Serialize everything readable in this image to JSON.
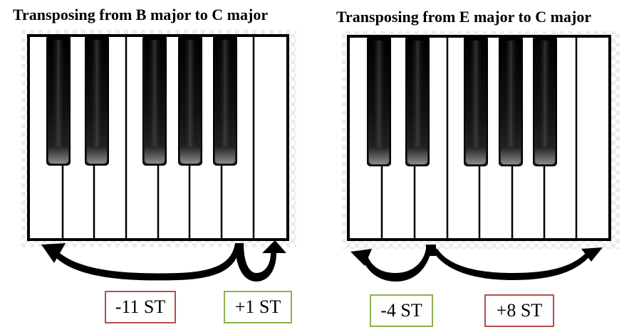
{
  "diagrams": [
    {
      "title": "Transposing from B major to C major",
      "labels": [
        {
          "text": "-11 ST",
          "color": "#b5504b"
        },
        {
          "text": "+1 ST",
          "color": "#8db04a"
        }
      ]
    },
    {
      "title": "Transposing from E major to C major",
      "labels": [
        {
          "text": "-4 ST",
          "color": "#8db04a"
        },
        {
          "text": "+8 ST",
          "color": "#b5504b"
        }
      ]
    }
  ],
  "colors": {
    "white_key": "#ffffff",
    "black_key": "#000000",
    "arrow": "#000000",
    "label_red": "#b5504b",
    "label_green": "#8db04a"
  }
}
